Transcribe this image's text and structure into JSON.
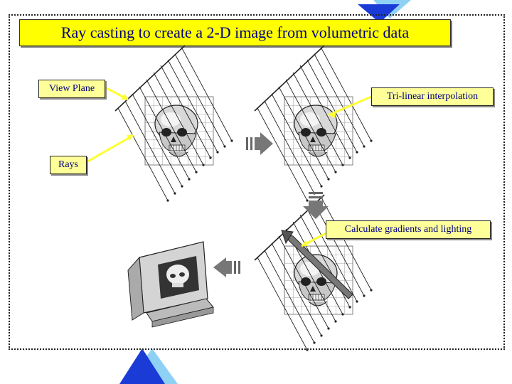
{
  "title": "Ray casting to create a 2-D image from volumetric data",
  "labels": {
    "view_plane": "View Plane",
    "rays": "Rays",
    "trilinear": "Tri-linear interpolation",
    "gradients": "Calculate gradients and lighting"
  },
  "icons": {
    "panel_volume": "skull-volume-icon",
    "monitor": "monitor-icon",
    "arrow": "block-arrow-icon"
  },
  "colors": {
    "title_bg": "#ffff00",
    "label_bg": "#ffff99",
    "text": "#000080",
    "pointer": "#ffff33",
    "triangle_blue": "#1a3bd6",
    "triangle_light": "#8fd0f5"
  }
}
